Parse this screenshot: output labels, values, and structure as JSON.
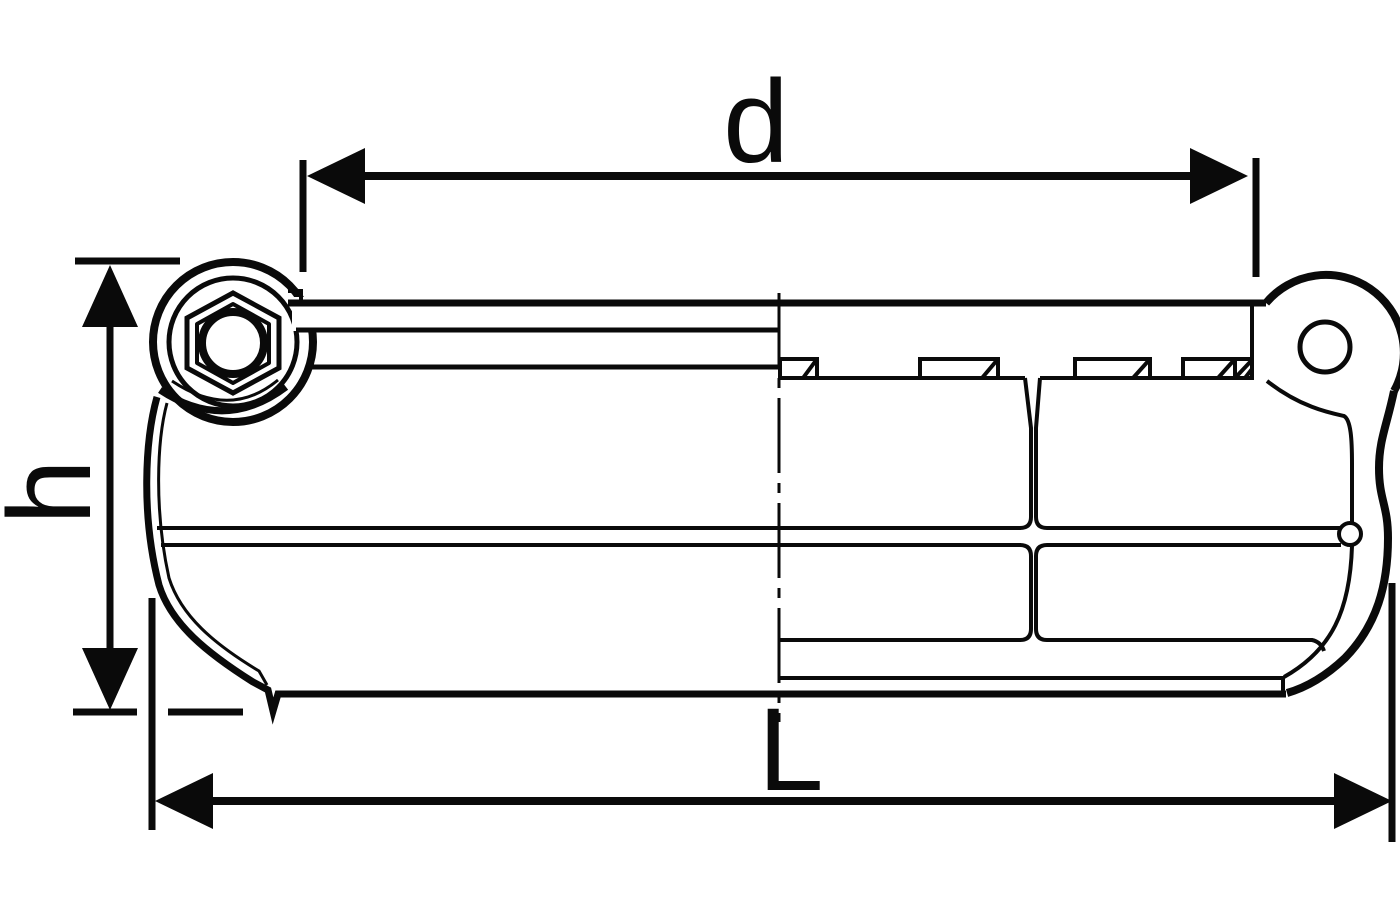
{
  "drawing": {
    "type": "technical-section-drawing",
    "subject": "pipe-coupling-with-hex-bolt-clamp",
    "background_color": "#ffffff",
    "line_color": "#0a0a0a"
  },
  "dimensions": {
    "diameter": {
      "label": "d"
    },
    "height": {
      "label": "h"
    },
    "length": {
      "label": "L"
    }
  }
}
